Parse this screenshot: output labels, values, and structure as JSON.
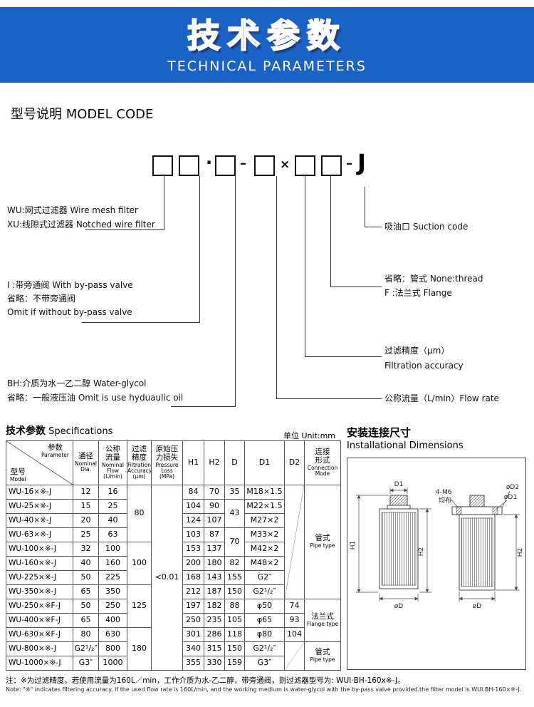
{
  "banner": {
    "title_cn": "技术参数",
    "title_en": "TECHNICAL PARAMETERS"
  },
  "model_code": {
    "heading_cn": "型号说明",
    "heading_en": "MODEL CODE",
    "dot": "·",
    "dash1": "–",
    "times": "×",
    "dash2": "–",
    "suffix": "J",
    "filter_type_1": "WU:网式过滤器  Wire mesh filter",
    "filter_type_2": "XU:线隙式过滤器 Notched wire filter",
    "bypass_1": "I :带旁通阀  With by-pass valve",
    "bypass_2": "省略：不带旁通阀",
    "bypass_3": "Omit if without by-pass valve",
    "medium_1": "BH:介质为水一乙二醇  Water-glycol",
    "medium_2": "省略：一般液压油  Omit is use hyduaulic oil",
    "suction": "吸油口  Suction code",
    "conn_1": "省略：管式  None:thread",
    "conn_2": "F :法兰式  Flange",
    "acc_1": "过滤精度（μm）",
    "acc_2": "Filtration accuracy",
    "flow": "公称流量（L/min）Flow rate"
  },
  "specs": {
    "heading_cn": "技术参数",
    "heading_en": "Specifications",
    "unit": "单位 Unit:mm",
    "header": {
      "corner_param_cn": "参数",
      "corner_param_en": "Parameter",
      "corner_model_cn": "型号",
      "corner_model_en": "Model",
      "dia_cn": "通径",
      "dia_en1": "Nominal",
      "dia_en2": "Dia.",
      "flow_cn1": "公称",
      "flow_cn2": "流量",
      "flow_en1": "Nominal",
      "flow_en2": "Flow",
      "flow_unit": "(L/min)",
      "acc_cn1": "过滤",
      "acc_cn2": "精度",
      "acc_en1": "Filtration",
      "acc_en2": "Accuracy",
      "acc_unit": "(μm)",
      "loss_cn1": "原始压",
      "loss_cn2": "力损失",
      "loss_en1": "Pressure",
      "loss_en2": "Loss",
      "loss_unit": "(MPa)",
      "h1": "H1",
      "h2": "H2",
      "d": "D",
      "d1": "D1",
      "d2": "D2",
      "conn_cn1": "连接",
      "conn_cn2": "形式",
      "conn_en1": "Connection",
      "conn_en2": "Mode"
    },
    "pressure_loss": "<0.01",
    "acc_80": "80",
    "acc_100": "100",
    "acc_125": "125",
    "acc_180": "180",
    "conn_pipe_cn": "管式",
    "conn_pipe_en": "Pipe type",
    "conn_flange_cn": "法兰式",
    "conn_flange_en": "Flange type",
    "rows": [
      {
        "model": "WU-16×※-J",
        "dia": "12",
        "flow": "16",
        "h1": "84",
        "h2": "70",
        "d": "35",
        "d1": "M18×1.5"
      },
      {
        "model": "WU-25×※-J",
        "dia": "15",
        "flow": "25",
        "h1": "104",
        "h2": "90",
        "d": "43",
        "d1": "M22×1.5"
      },
      {
        "model": "WU-40×※-J",
        "dia": "20",
        "flow": "40",
        "h1": "124",
        "h2": "107",
        "d1": "M27×2"
      },
      {
        "model": "WU-63×※-J",
        "dia": "25",
        "flow": "63",
        "h1": "103",
        "h2": "87",
        "d": "70",
        "d1": "M33×2"
      },
      {
        "model": "WU-100×※-J",
        "dia": "32",
        "flow": "100",
        "h1": "153",
        "h2": "137",
        "d1": "M42×2"
      },
      {
        "model": "WU-160×※-J",
        "dia": "40",
        "flow": "160",
        "h1": "200",
        "h2": "180",
        "d": "82",
        "d1": "M48×2"
      },
      {
        "model": "WU-225×※-J",
        "dia": "50",
        "flow": "225",
        "h1": "168",
        "h2": "143",
        "d": "155",
        "d1": "G2″"
      },
      {
        "model": "WU-350×※-J",
        "dia": "65",
        "flow": "350",
        "h1": "212",
        "h2": "187",
        "d": "150",
        "d1": "G2¹/₂″"
      },
      {
        "model": "WU-250×※F-J",
        "dia": "50",
        "flow": "250",
        "h1": "197",
        "h2": "182",
        "d": "88",
        "d1": "φ50",
        "d2": "74"
      },
      {
        "model": "WU-400×※F-J",
        "dia": "65",
        "flow": "400",
        "h1": "250",
        "h2": "235",
        "d": "105",
        "d1": "φ65",
        "d2": "93"
      },
      {
        "model": "WU-630×※F-J",
        "dia": "80",
        "flow": "630",
        "h1": "301",
        "h2": "286",
        "d": "118",
        "d1": "φ80",
        "d2": "104"
      },
      {
        "model": "WU-800×※-J",
        "dia": "G2¹/₂″",
        "flow": "800",
        "h1": "340",
        "h2": "315",
        "d": "150",
        "d1": "G2¹/₂″"
      },
      {
        "model": "WU-1000×※-J",
        "dia": "G3″",
        "flow": "1000",
        "h1": "355",
        "h2": "330",
        "d": "159",
        "d1": "G3″"
      }
    ]
  },
  "install": {
    "heading_cn": "安装连接尺寸",
    "heading_en": "Installational Dimensions",
    "lbl_bolt": "4-M6",
    "lbl_even": "均布",
    "lbl_od2": "øD2",
    "lbl_od1": "øD1",
    "lbl_d1": "D1",
    "lbl_h1": "H1",
    "lbl_h2a": "H2",
    "lbl_h2b": "H2",
    "lbl_od_left": "øD",
    "lbl_od_right": "øD"
  },
  "note": {
    "cn": "注：※为过滤精度。若使用流量为160L／min，工作介质为水-乙二醇，带旁通阀，则过滤器型号为: WUI·BH-160x※-J。",
    "en": "Note: \"※\" indicates filtering accuracy. If the used flow rate is 160L/min, and the working medium is water-glycol with the by-pass valve provided.the filter model is WUI.BH-160×※-J."
  }
}
